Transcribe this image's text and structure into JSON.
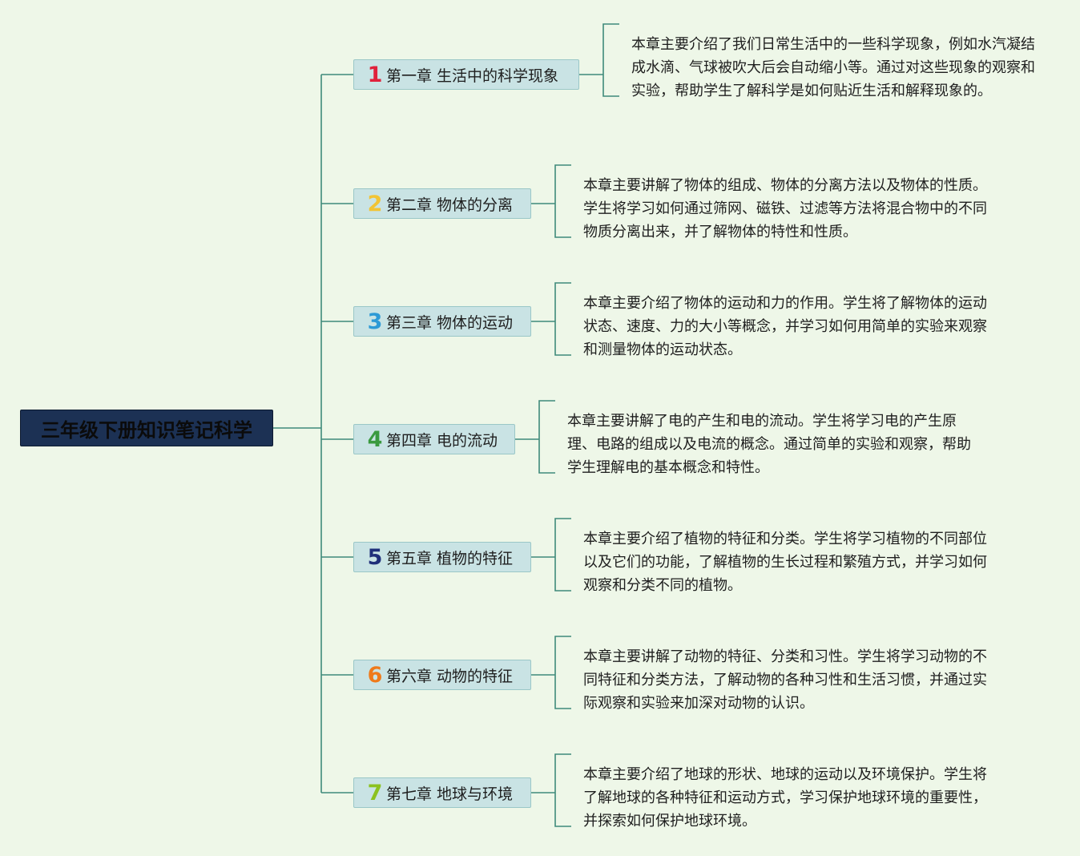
{
  "root": {
    "title": "三年级下册知识笔记科学"
  },
  "chapters": [
    {
      "num": "1",
      "num_color": "#e0213b",
      "title": "第一章 生活中的科学现象",
      "desc": "本章主要介绍了我们日常生活中的一些科学现象，例如水汽凝结成水滴、气球被吹大后会自动缩小等。通过对这些现象的观察和实验，帮助学生了解科学是如何贴近生活和解释现象的。"
    },
    {
      "num": "2",
      "num_color": "#f2c434",
      "title": "第二章 物体的分离",
      "desc": "本章主要讲解了物体的组成、物体的分离方法以及物体的性质。学生将学习如何通过筛网、磁铁、过滤等方法将混合物中的不同物质分离出来，并了解物体的特性和性质。"
    },
    {
      "num": "3",
      "num_color": "#2d9ad6",
      "title": "第三章 物体的运动",
      "desc": "本章主要介绍了物体的运动和力的作用。学生将了解物体的运动状态、速度、力的大小等概念，并学习如何用简单的实验来观察和测量物体的运动状态。"
    },
    {
      "num": "4",
      "num_color": "#3a9a3f",
      "title": "第四章 电的流动",
      "desc": "本章主要讲解了电的产生和电的流动。学生将学习电的产生原理、电路的组成以及电流的概念。通过简单的实验和观察，帮助学生理解电的基本概念和特性。"
    },
    {
      "num": "5",
      "num_color": "#1f2f7a",
      "title": "第五章 植物的特征",
      "desc": "本章主要介绍了植物的特征和分类。学生将学习植物的不同部位以及它们的功能，了解植物的生长过程和繁殖方式，并学习如何观察和分类不同的植物。"
    },
    {
      "num": "6",
      "num_color": "#ef7a1a",
      "title": "第六章 动物的特征",
      "desc": "本章主要讲解了动物的特征、分类和习性。学生将学习动物的不同特征和分类方法，了解动物的各种习性和生活习惯，并通过实际观察和实验来加深对动物的认识。"
    },
    {
      "num": "7",
      "num_color": "#8cc21f",
      "title": "第七章 地球与环境",
      "desc": "本章主要介绍了地球的形状、地球的运动以及环境保护。学生将了解地球的各种特征和运动方式，学习保护地球环境的重要性，并探索如何保护地球环境。"
    }
  ],
  "colors": {
    "line": "#3f8a7a"
  }
}
